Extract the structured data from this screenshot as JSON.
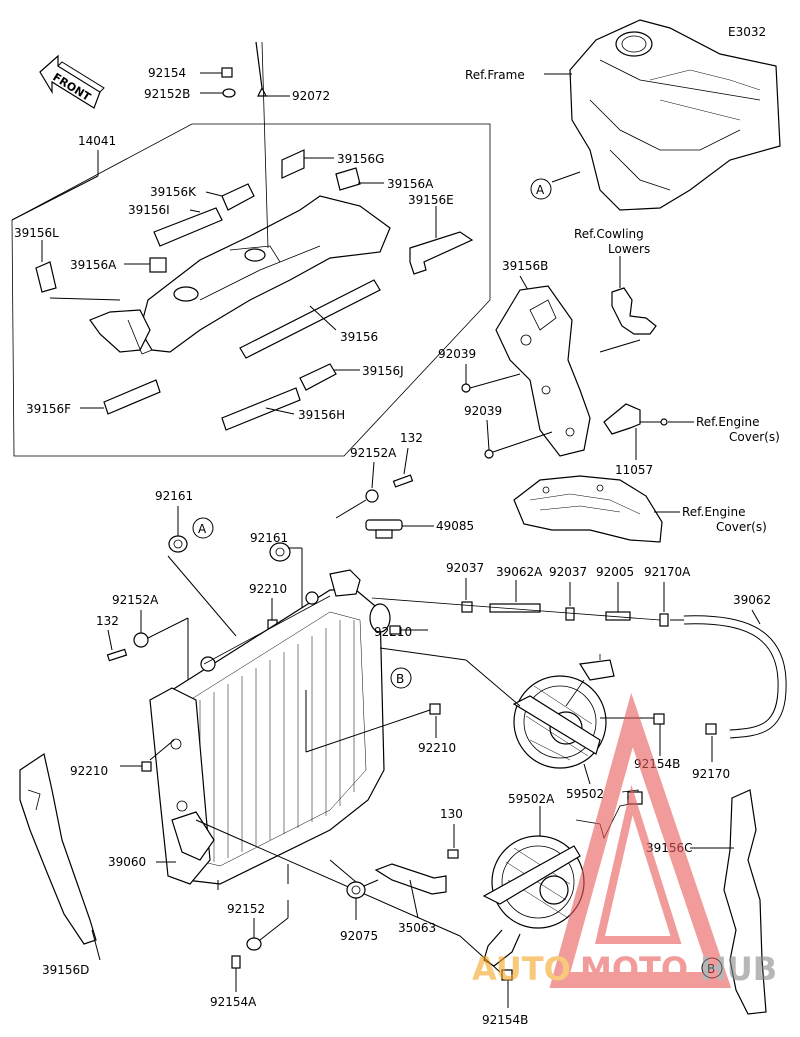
{
  "diagram_code": "E3032",
  "front_label": "FRONT",
  "refs": {
    "frame": "Ref.Frame",
    "cowling_1": "Ref.Cowling",
    "cowling_2": "Lowers",
    "engine_cover_a_1": "Ref.Engine",
    "engine_cover_a_2": "Cover(s)",
    "engine_cover_b_1": "Ref.Engine",
    "engine_cover_b_2": "Cover(s)"
  },
  "callouts": {
    "a_top": "A",
    "a_mid": "A",
    "b_mid": "B",
    "b_bottom": "B"
  },
  "parts": {
    "p92154_top": "92154",
    "p92152B": "92152B",
    "p92072": "92072",
    "p14041": "14041",
    "p39156G": "39156G",
    "p39156A_top": "39156A",
    "p39156K": "39156K",
    "p39156I": "39156I",
    "p39156E": "39156E",
    "p39156L": "39156L",
    "p39156A_left": "39156A",
    "p39156": "39156",
    "p39156J": "39156J",
    "p39156F": "39156F",
    "p39156H": "39156H",
    "p39156B": "39156B",
    "p92039_a": "92039",
    "p92039_b": "92039",
    "p11057": "11057",
    "p132_top": "132",
    "p92152A_top": "92152A",
    "p49085": "49085",
    "p92161_left": "92161",
    "p92161_mid": "92161",
    "p92210_a": "92210",
    "p92210_b": "92210",
    "p92210_c": "92210",
    "p92210_d": "92210",
    "p92152A_left": "92152A",
    "p132_left": "132",
    "p92037_a": "92037",
    "p39062A": "39062A",
    "p92037_b": "92037",
    "p92005": "92005",
    "p92170A": "92170A",
    "p39062": "39062",
    "p92154B_a": "92154B",
    "p92170": "92170",
    "p59502": "59502",
    "p59502A": "59502A",
    "p130": "130",
    "p39156C": "39156C",
    "p39060": "39060",
    "p92152": "92152",
    "p92075": "92075",
    "p35063": "35063",
    "p39156D": "39156D",
    "p92154A": "92154A",
    "p92154B_b": "92154B"
  },
  "watermark": {
    "word_a": "AUTO",
    "word_b": "MOTO",
    "word_c": "HUB",
    "color_a": "#f5a623",
    "color_b": "#e85a5a",
    "color_c": "#888888"
  }
}
